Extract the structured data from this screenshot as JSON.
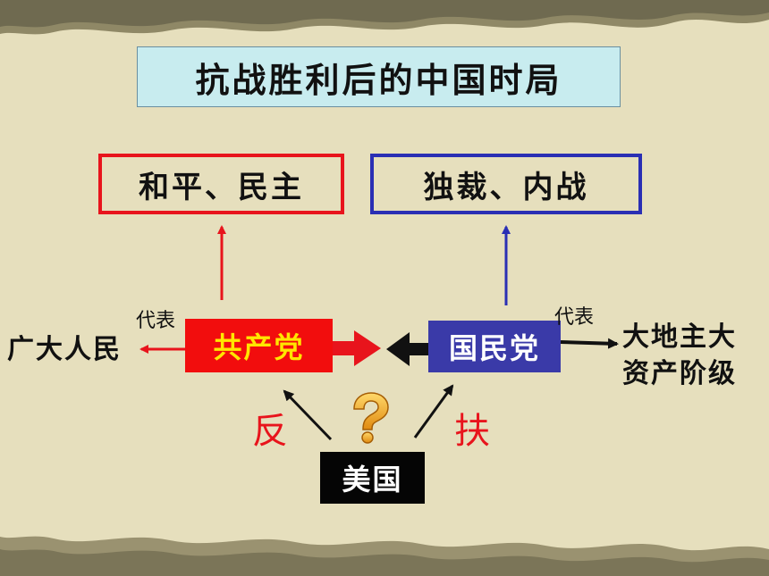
{
  "title": "抗战胜利后的中国时局",
  "goals": {
    "left": "和平、民主",
    "right": "独裁、内战"
  },
  "parties": {
    "cpc": "共产党",
    "kmt": "国民党"
  },
  "represents": {
    "left": "代表",
    "right": "代表"
  },
  "groups": {
    "people": "广大人民",
    "landlords_line1": "大地主大",
    "landlords_line2": "资产阶级"
  },
  "usa": {
    "label": "美国",
    "oppose": "反",
    "support": "扶"
  },
  "colors": {
    "red": "#e8141c",
    "blue": "#2a2fb4",
    "title_bg": "#c8ecef",
    "background": "#e6dfbd"
  }
}
